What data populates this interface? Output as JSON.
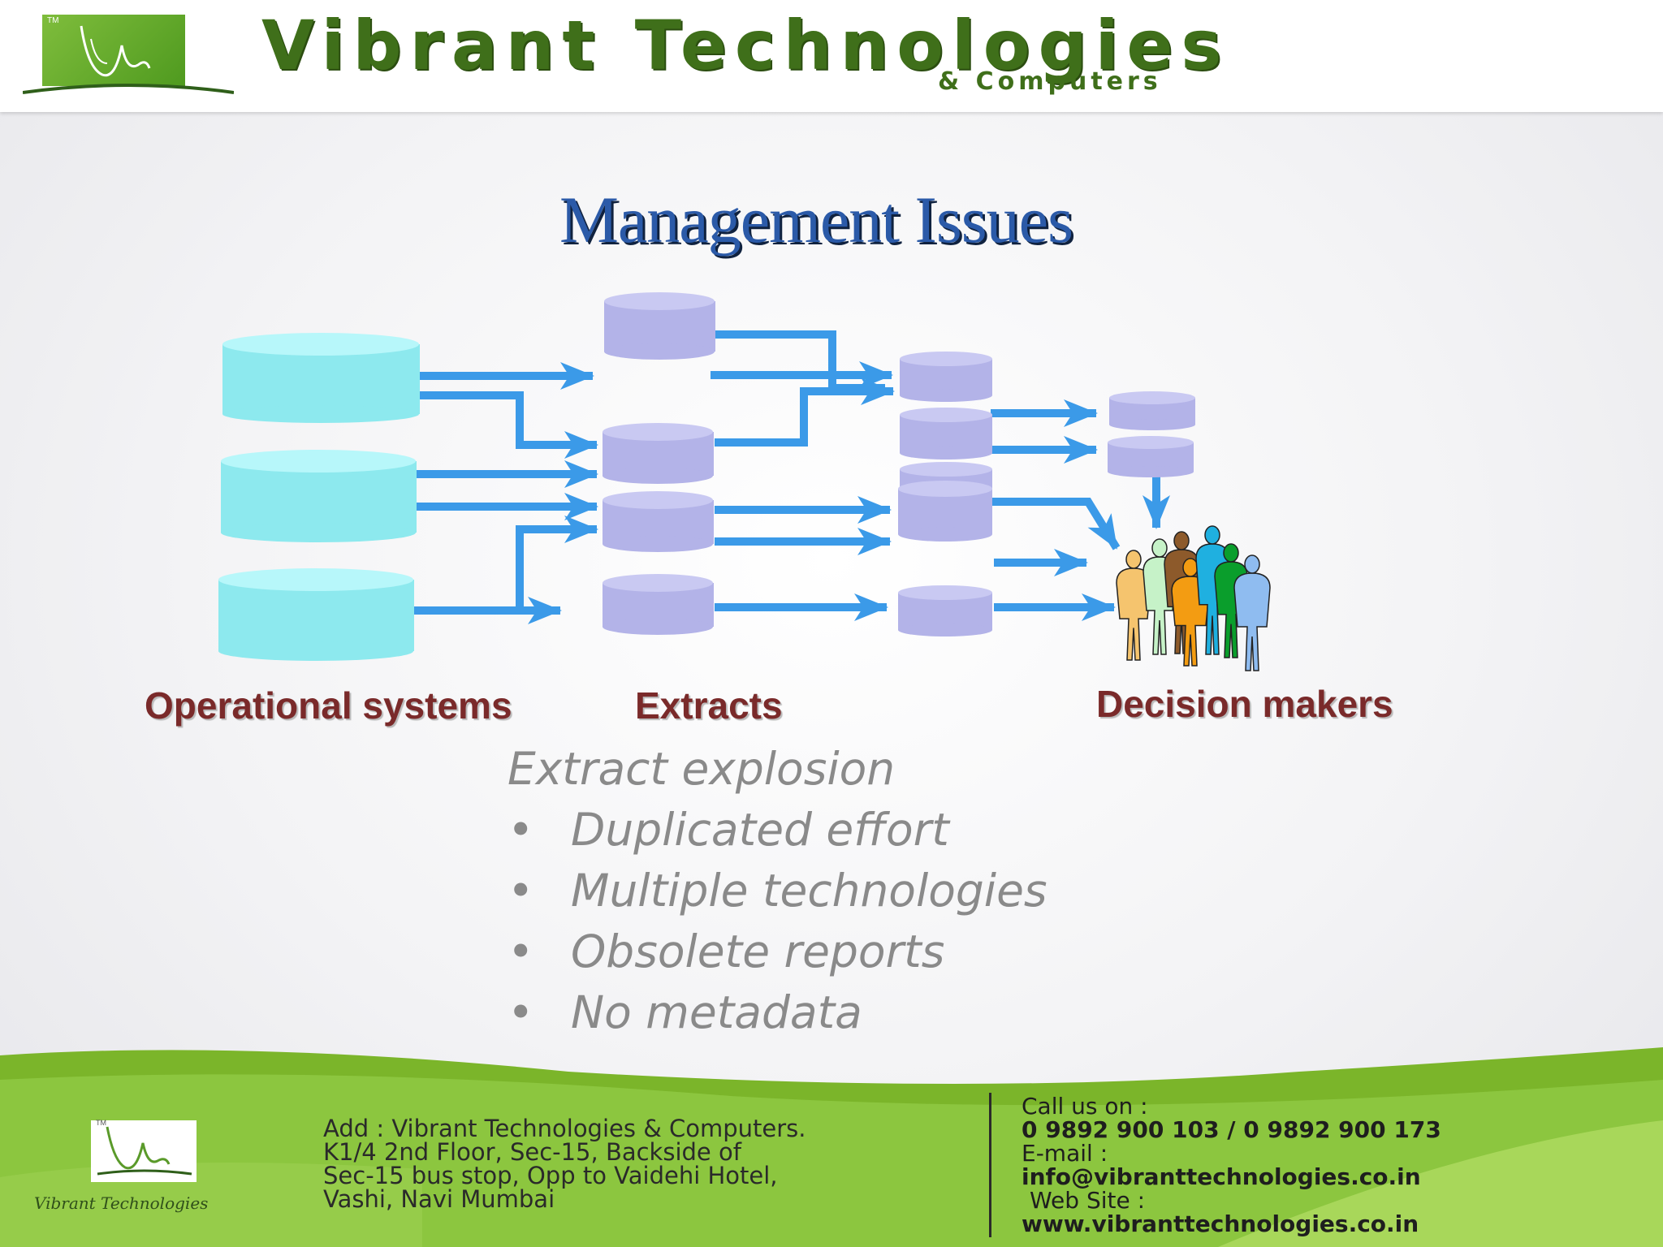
{
  "header": {
    "brand_title": "Vibrant Technologies",
    "brand_subtitle": "& Computers",
    "logo_tm": "TM"
  },
  "slide": {
    "title": "Management Issues"
  },
  "diagram": {
    "labels": {
      "operational_systems": "Operational systems",
      "extracts": "Extracts",
      "decision_makers": "Decision makers"
    },
    "colors": {
      "operational_db": "#8de9ee",
      "extract_db": "#b3b3e8",
      "arrow": "#3b9ae8",
      "label_text": "#7a2a2a"
    },
    "people_colors": [
      "#f5c46e",
      "#c6f2c8",
      "#8d5a2b",
      "#f39c12",
      "#1fb0e0",
      "#0a9e2c",
      "#8fbcf0"
    ]
  },
  "content": {
    "heading": "Extract explosion",
    "bullet_char": "•",
    "bullets": [
      "Duplicated effort",
      "Multiple technologies",
      "Obsolete reports",
      "No metadata"
    ]
  },
  "footer": {
    "brand": "Vibrant Technologies",
    "logo_tm": "TM",
    "address_lines": [
      "Add : Vibrant Technologies & Computers.",
      "K1/4 2nd Floor, Sec-15, Backside of",
      "Sec-15 bus stop, Opp to Vaidehi Hotel,",
      "Vashi, Navi Mumbai"
    ],
    "call_label": "Call us on :",
    "phones": "0 9892 900 103 /  0 9892 900 173",
    "email_label": "E-mail :",
    "email": "info@vibranttechnologies.co.in",
    "website_label": "Web Site :",
    "website": "www.vibranttechnologies.co.in"
  }
}
